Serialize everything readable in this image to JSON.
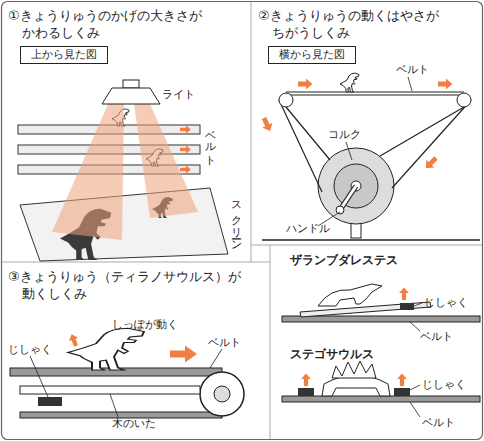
{
  "diagram": {
    "nodes": [
      {
        "text": [
          "①きょうりゅうのかげの大きさが かわるしくみ"
        ]
      },
      {
        "text": [
          "上から見た図"
        ],
        "in": 0
      },
      {
        "text": [
          "②きょうりゅうの動くはやさが ちがうしくみ"
        ]
      },
      {
        "text": [
          "横から見た図"
        ],
        "in": 2
      },
      {
        "text": [
          "③きょうりゅう（ティラノサウルス）が 動くしくみ"
        ]
      }
    ],
    "labels": [
      "ライト",
      "ベルト",
      "スクリーン",
      "ベルト",
      "コルク",
      "ハンドル",
      "しっぽが動く",
      "じしゃく",
      "ベルト",
      "木のいた",
      "ザランブダレステス",
      "じしゃく",
      "ベルト",
      "ステゴサウルス",
      "じしゃく",
      "ベルト"
    ]
  }
}
